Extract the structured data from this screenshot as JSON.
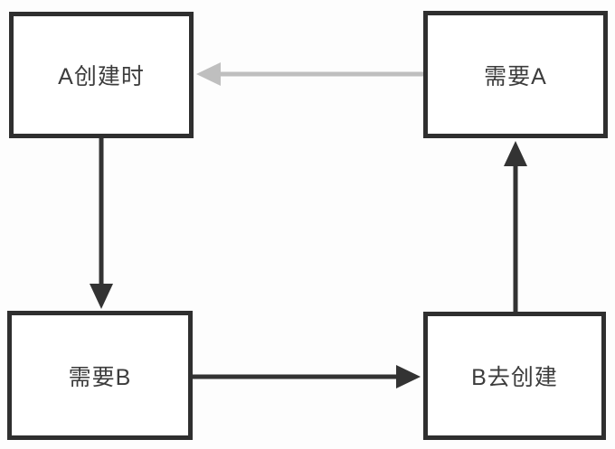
{
  "diagram": {
    "nodes": {
      "a_create": {
        "label": "A创建时"
      },
      "need_a": {
        "label": "需要A"
      },
      "need_b": {
        "label": "需要B"
      },
      "b_create": {
        "label": "B去创建"
      }
    },
    "edges": [
      {
        "from": "需要A",
        "to": "A创建时",
        "style": "gray",
        "direction": "left"
      },
      {
        "from": "A创建时",
        "to": "需要B",
        "style": "dark",
        "direction": "down"
      },
      {
        "from": "需要B",
        "to": "B去创建",
        "style": "dark",
        "direction": "right"
      },
      {
        "from": "B去创建",
        "to": "需要A",
        "style": "dark",
        "direction": "up"
      }
    ],
    "colors": {
      "background": "#fdfdfd",
      "box_fill": "#ffffff",
      "box_border": "#2f2f2f",
      "text": "#3c3c3c",
      "arrow_dark": "#333333",
      "arrow_gray": "#bfbfbf"
    }
  }
}
